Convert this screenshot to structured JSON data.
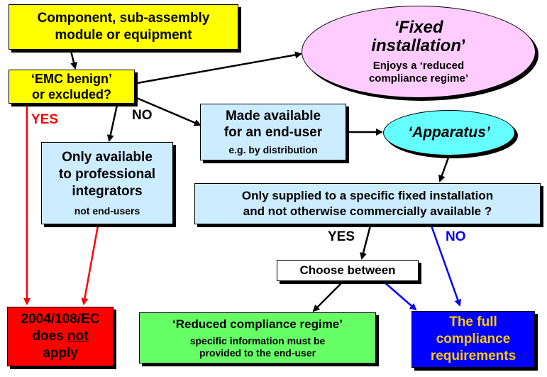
{
  "nodes": {
    "component": {
      "line1": "Component, sub-assembly",
      "line2": "module or equipment"
    },
    "benign": {
      "line1": "‘EMC benign’",
      "line2": "or excluded?"
    },
    "fixed": {
      "title_line1": "‘Fixed",
      "title_line2a": "installation",
      "title_line2b": "’",
      "sub_line1": "Enjoys a ‘reduced",
      "sub_line2": "compliance regime’"
    },
    "made_available": {
      "line1": "Made available",
      "line2": "for an end-user",
      "sub": "e.g. by distribution"
    },
    "apparatus": {
      "label": "‘Apparatus’"
    },
    "professional": {
      "line1": "Only available",
      "line2": "to professional",
      "line3": "integrators",
      "sub": "not end-users"
    },
    "only_supplied": {
      "line1": "Only supplied to a specific fixed installation",
      "line2": "and not otherwise commercially available ?"
    },
    "choose": {
      "label": "Choose between"
    },
    "directive": {
      "line1": "2004/108/EC",
      "line2a": "does ",
      "line2b": "not",
      "line3": "apply"
    },
    "reduced": {
      "title": "‘Reduced compliance regime’",
      "sub_line1": "specific information must be",
      "sub_line2": "provided to the end-user"
    },
    "full": {
      "line1": "The full",
      "line2": "compliance",
      "line3": "requirements"
    }
  },
  "labels": {
    "yes_left": "YES",
    "no_top": "NO",
    "yes_mid": "YES",
    "no_right": "NO"
  },
  "colors": {
    "yellow": "#ffff00",
    "pink": "#ffccff",
    "light_blue": "#ccecff",
    "cyan": "#66ffff",
    "red": "#ff0000",
    "green": "#66ff66",
    "blue": "#0000ff",
    "orange": "#ffcc00"
  }
}
